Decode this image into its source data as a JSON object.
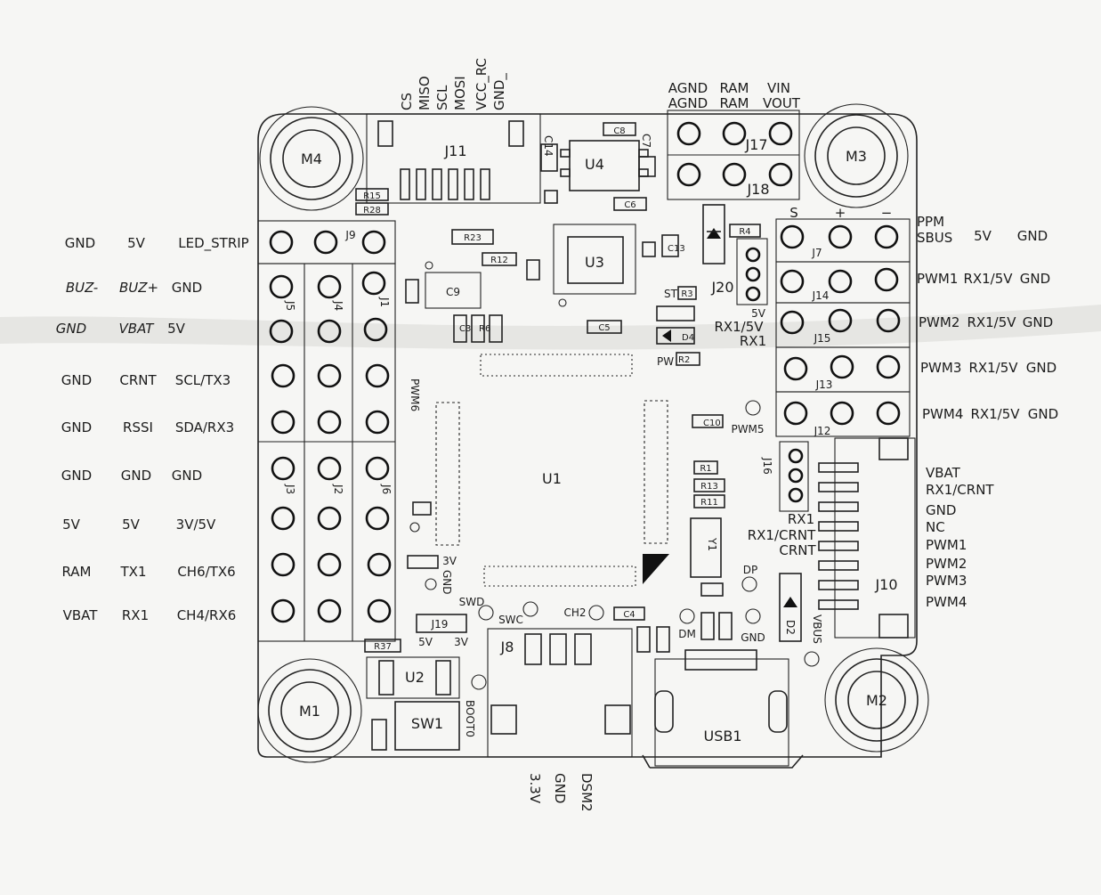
{
  "top_pin_labels": [
    "CS",
    "MISO",
    "SCL",
    "MOSI",
    "VCC_RC",
    "GND_"
  ],
  "top_right_labels": {
    "row1": [
      "AGND",
      "RAM",
      "VIN"
    ],
    "row2": [
      "AGND",
      "RAM",
      "VOUT"
    ]
  },
  "left_labels": [
    [
      "GND",
      "5V",
      "LED_STRIP"
    ],
    [
      "BUZ-",
      "BUZ+",
      "GND"
    ],
    [
      "GND",
      "VBAT",
      "5V"
    ],
    [
      "GND",
      "CRNT",
      "SCL/TX3"
    ],
    [
      "GND",
      "RSSI",
      "SDA/RX3"
    ],
    [
      "GND",
      "GND",
      "GND"
    ],
    [
      "5V",
      "5V",
      "3V/5V"
    ],
    [
      "RAM",
      "TX1",
      "CH6/TX6"
    ],
    [
      "VBAT",
      "RX1",
      "CH4/RX6"
    ]
  ],
  "right_labels": [
    [
      "PPM",
      "",
      ""
    ],
    [
      "SBUS",
      "5V",
      "GND"
    ],
    [
      "PWM1",
      "RX1/5V",
      "GND"
    ],
    [
      "PWM2",
      "RX1/5V",
      "GND"
    ],
    [
      "PWM3",
      "RX1/5V",
      "GND"
    ],
    [
      "PWM4",
      "RX1/5V",
      "GND"
    ]
  ],
  "j10_labels": [
    "VBAT",
    "RX1/CRNT",
    "GND",
    "NC",
    "PWM1",
    "PWM2",
    "PWM3",
    "PWM4"
  ],
  "bottom_labels": [
    "3.3V",
    "GND",
    "DSM2"
  ],
  "motors": [
    "M4",
    "M3",
    "M1",
    "M2"
  ],
  "connectors": {
    "J11": "J11",
    "J17": "J17",
    "J18": "J18",
    "J9": "J9",
    "J5": "J5",
    "J4": "J4",
    "J1": "J1",
    "J3": "J3",
    "J2": "J2",
    "J6": "J6",
    "J7": "J7",
    "J14": "J14",
    "J15": "J15",
    "J13": "J13",
    "J12": "J12",
    "J16": "J16",
    "J10": "J10",
    "J20": "J20",
    "J8": "J8",
    "J19": "J19"
  },
  "chips": {
    "U1": "U1",
    "U2": "U2",
    "U3": "U3",
    "U4": "U4",
    "SW1": "SW1",
    "USB1": "USB1",
    "Y1": "Y1",
    "D2": "D2"
  },
  "component_refs": {
    "C14": "C14",
    "C7": "C7",
    "C8": "C8",
    "C6": "C6",
    "R15": "R15",
    "R28": "R28",
    "R23": "R23",
    "R12": "R12",
    "C9": "C9",
    "C5": "C5",
    "R4": "R4",
    "R3": "R3",
    "R11": "R11",
    "R13": "R13",
    "R1": "R1",
    "R37": "R37",
    "C4": "C4",
    "C13": "C13",
    "C3": "C3",
    "R6": "R6",
    "D4": "D4",
    "C10": "C10",
    "R2": "R2"
  },
  "small_labels": {
    "pwm6": "PWM6",
    "pwm5": "PWM5",
    "swd": "SWD",
    "swc": "SWC",
    "ch2": "CH2",
    "dp": "DP",
    "dm": "DM",
    "gnd_a": "GND",
    "gnd_b": "GND",
    "vbus": "VBUS",
    "boot0": "BOOT0",
    "v3a": "3V",
    "v5": "5V",
    "v3b": "3V",
    "five_v": "5V",
    "st": "ST",
    "pw": "PW",
    "rx15v": "RX1/5V",
    "rx1": "RX1",
    "s": "S",
    "plus": "+",
    "minus": "−",
    "j16rx1": "RX1",
    "j16crnt": "RX1/CRNT",
    "crnt": "CRNT"
  }
}
